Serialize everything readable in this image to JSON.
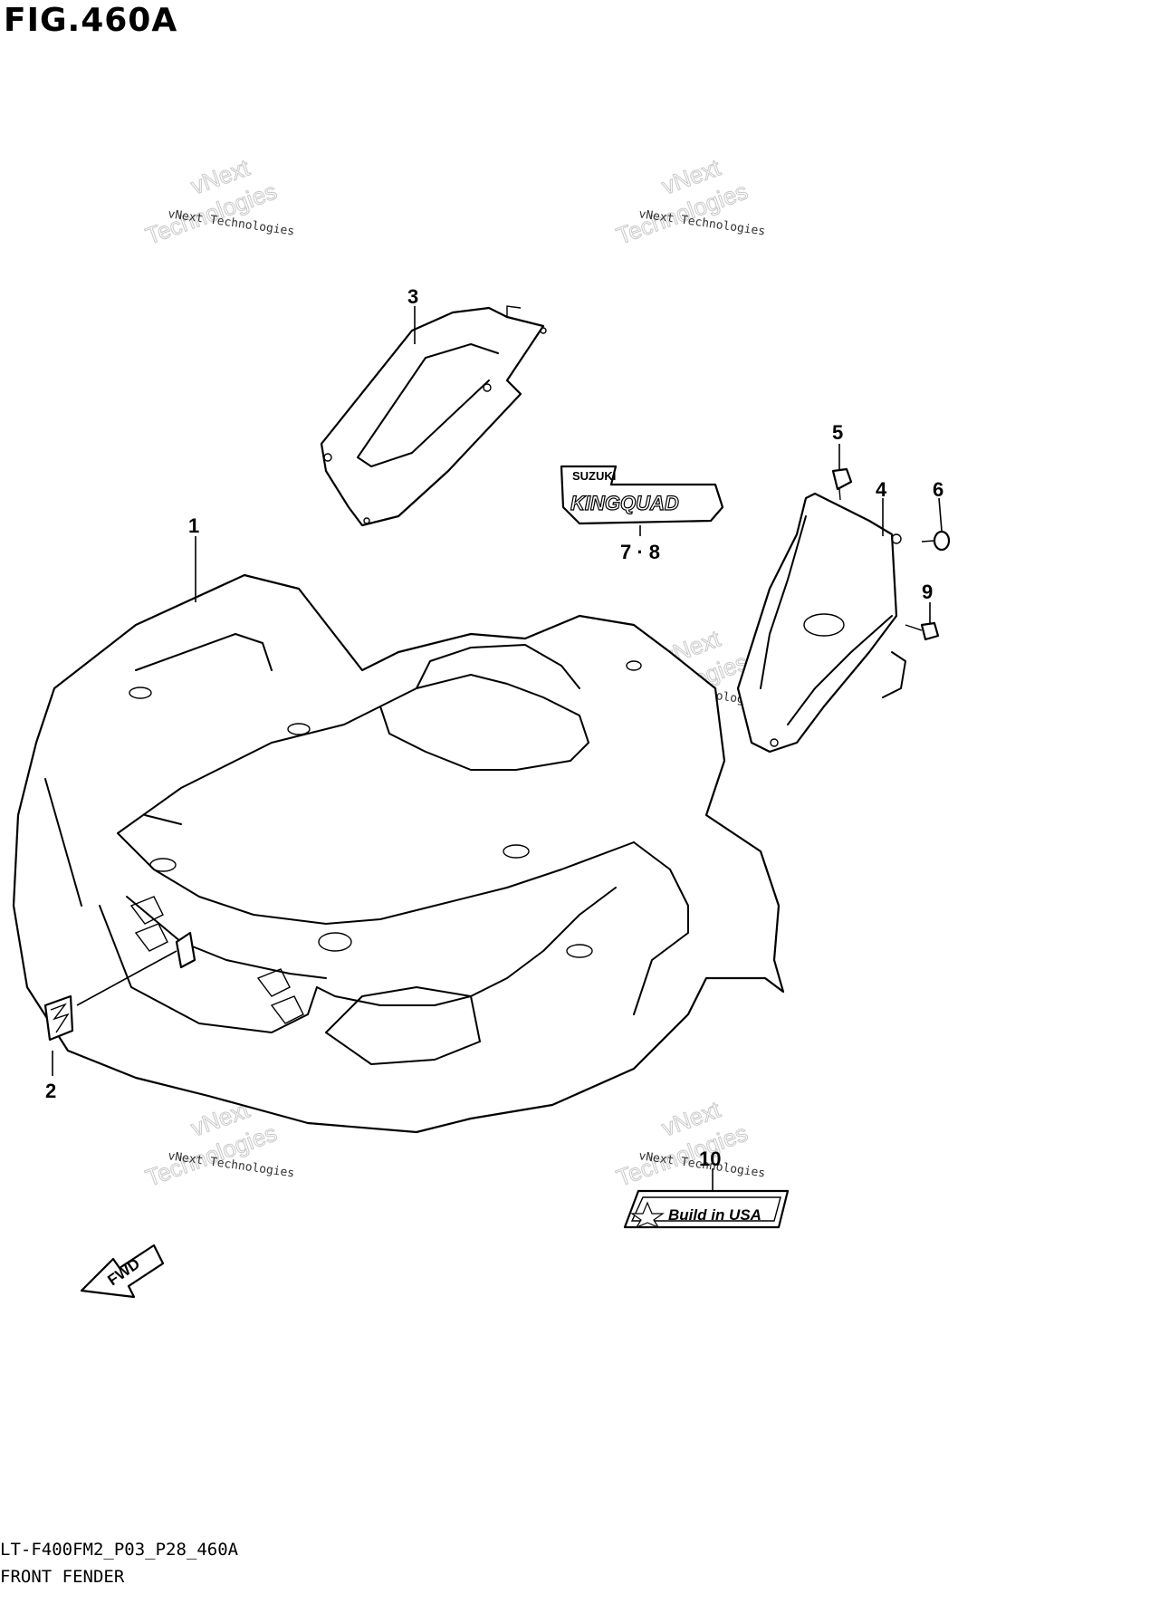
{
  "figure": {
    "title": "FIG.460A",
    "code": "LT-F400FM2_P03_P28_460A",
    "name": "FRONT FENDER"
  },
  "callouts": [
    "1",
    "2",
    "3",
    "4",
    "5",
    "6",
    "7 · 8",
    "9",
    "10"
  ],
  "labels": {
    "decal_brand": "SUZUKI",
    "decal_model": "KINGQUAD",
    "decal_usa": "Build in USA",
    "fwd": "FWD"
  },
  "watermark": {
    "line1": "vNext Technologies",
    "line2": "vNext",
    "line3": "Technologies"
  }
}
